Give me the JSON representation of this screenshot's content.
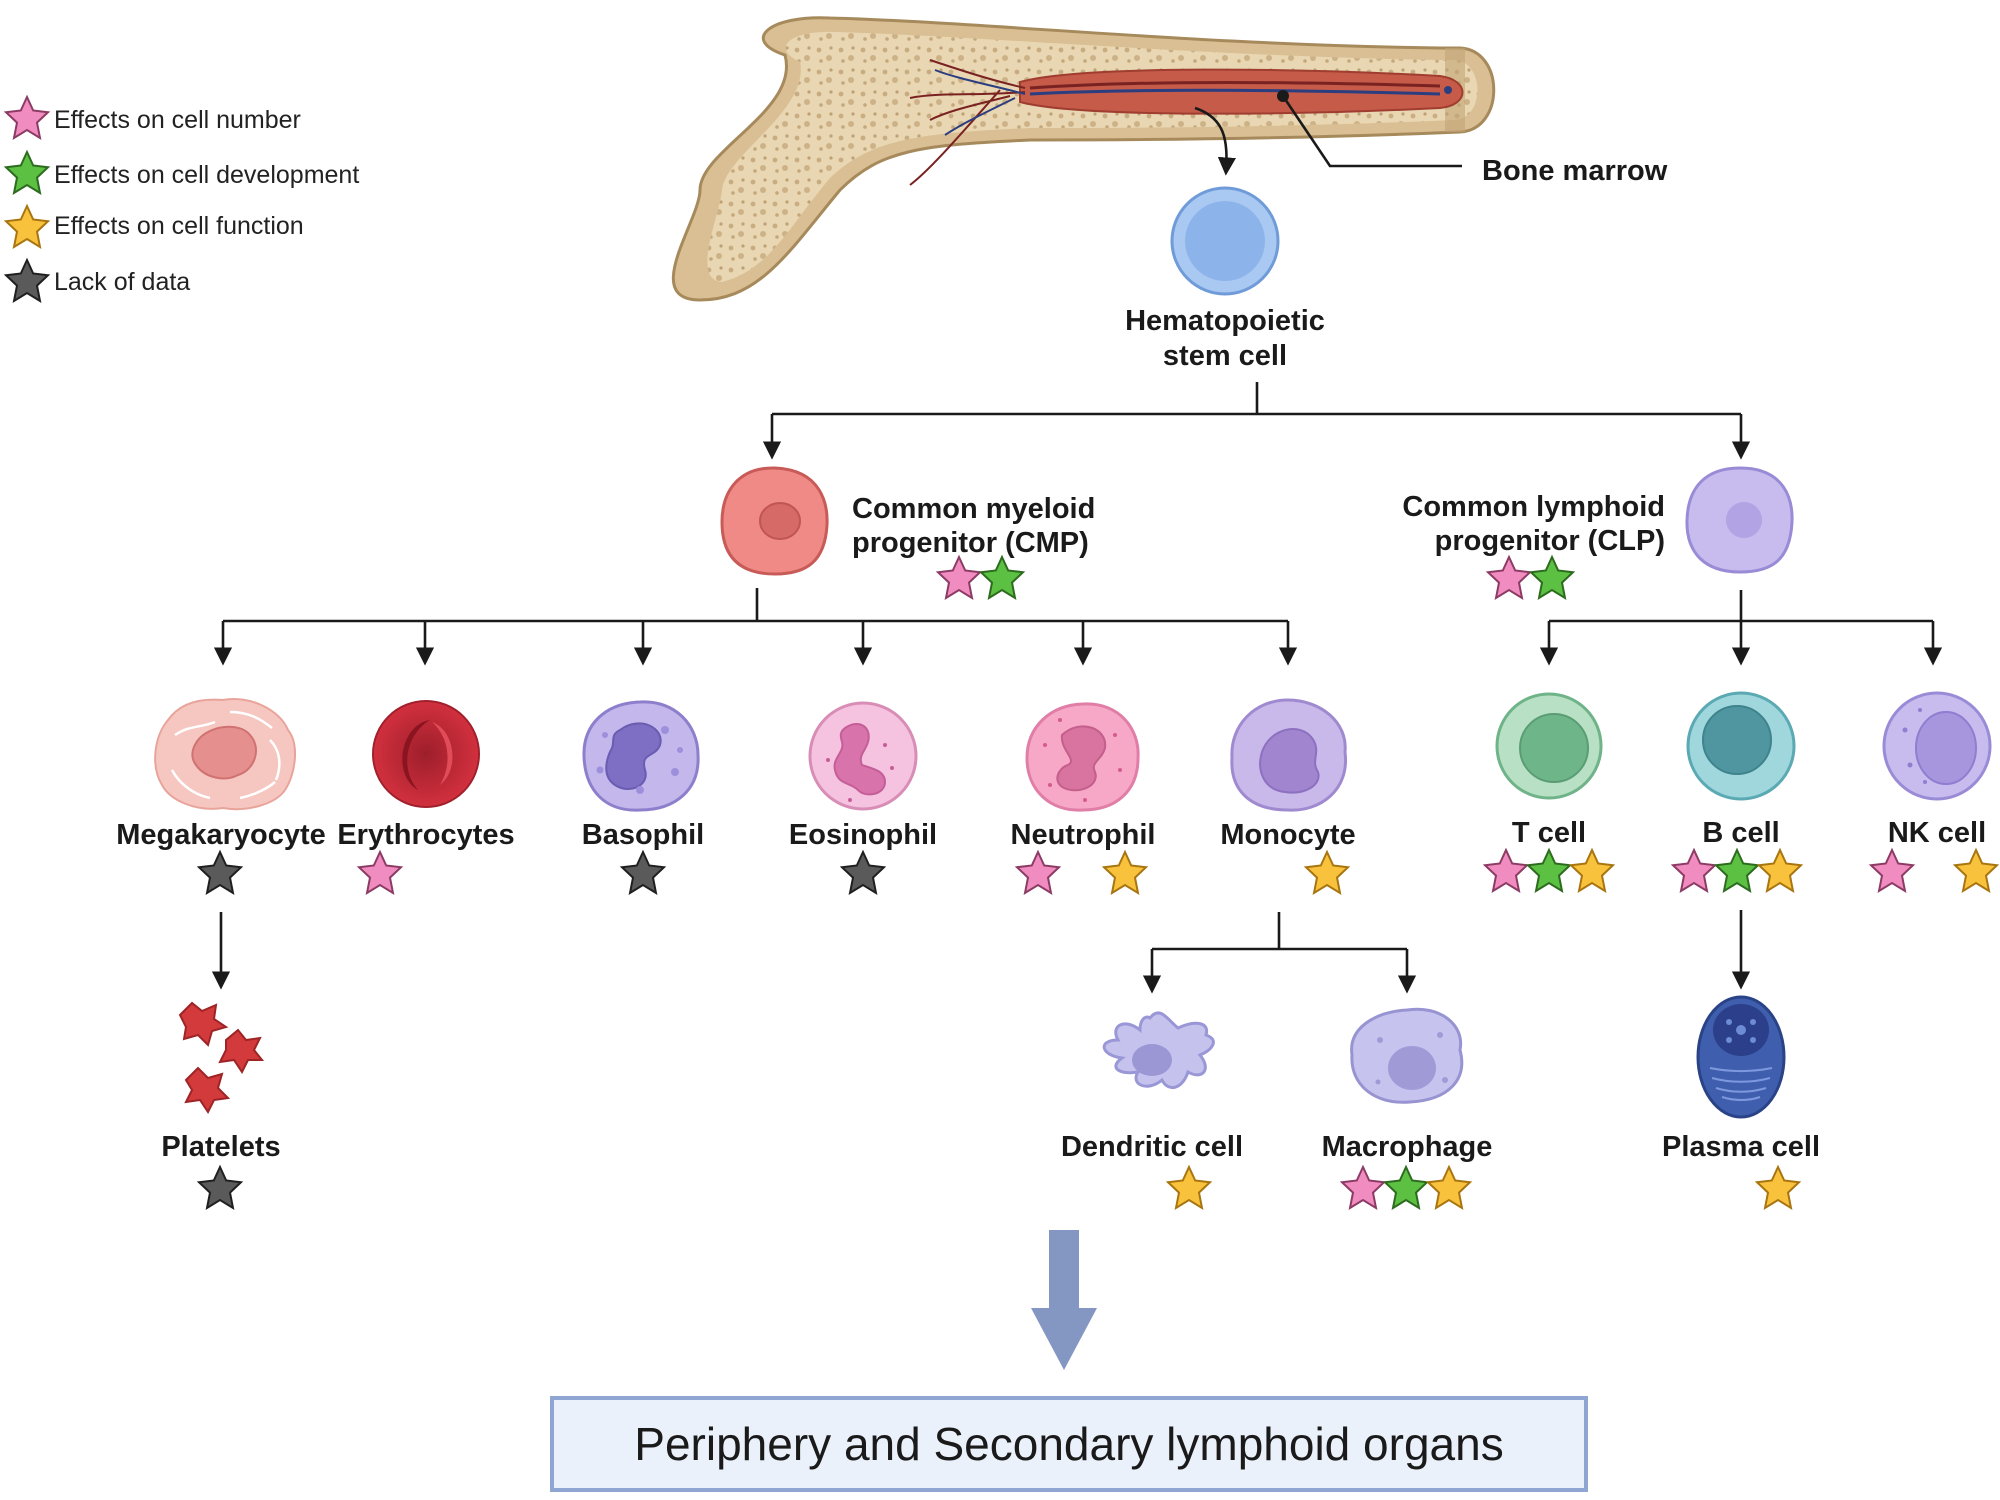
{
  "legend": [
    {
      "label": "Effects on cell number",
      "color": "#f08cc0"
    },
    {
      "label": "Effects on cell development",
      "color": "#5cc043"
    },
    {
      "label": "Effects on cell function",
      "color": "#f9c23c"
    },
    {
      "label": "Lack of data",
      "color": "#5a5a5a"
    }
  ],
  "bone_marrow_label": "Bone marrow",
  "hsc": {
    "line1": "Hematopoietic",
    "line2": "stem cell"
  },
  "cmp": {
    "line1": "Common myeloid",
    "line2": "progenitor (CMP)",
    "stars": [
      "number",
      "development"
    ]
  },
  "clp": {
    "line1": "Common lymphoid",
    "line2": "progenitor (CLP)",
    "stars": [
      "number",
      "development"
    ]
  },
  "cells": {
    "megakaryocyte": {
      "label": "Megakaryocyte",
      "stars": [
        "lack"
      ]
    },
    "erythrocytes": {
      "label": "Erythrocytes",
      "stars": [
        "number"
      ]
    },
    "basophil": {
      "label": "Basophil",
      "stars": [
        "lack"
      ]
    },
    "eosinophil": {
      "label": "Eosinophil",
      "stars": [
        "lack"
      ]
    },
    "neutrophil": {
      "label": "Neutrophil",
      "stars": [
        "number",
        "function"
      ]
    },
    "monocyte": {
      "label": "Monocyte",
      "stars": [
        "function"
      ]
    },
    "t_cell": {
      "label": "T cell",
      "stars": [
        "number",
        "development",
        "function"
      ]
    },
    "b_cell": {
      "label": "B cell",
      "stars": [
        "number",
        "development",
        "function"
      ]
    },
    "nk_cell": {
      "label": "NK cell",
      "stars": [
        "number",
        "function"
      ]
    },
    "platelets": {
      "label": "Platelets",
      "stars": [
        "lack"
      ]
    },
    "dendritic": {
      "label": "Dendritic cell",
      "stars": [
        "function"
      ]
    },
    "macrophage": {
      "label": "Macrophage",
      "stars": [
        "number",
        "development",
        "function"
      ]
    },
    "plasma": {
      "label": "Plasma cell",
      "stars": [
        "function"
      ]
    }
  },
  "destination": "Periphery and Secondary lymphoid organs",
  "icons": [
    "bone-icon",
    "hematopoietic-stem-cell-icon",
    "cmp-cell-icon",
    "clp-cell-icon",
    "megakaryocyte-icon",
    "erythrocyte-icon",
    "basophil-icon",
    "eosinophil-icon",
    "neutrophil-icon",
    "monocyte-icon",
    "t-cell-icon",
    "b-cell-icon",
    "nk-cell-icon",
    "platelets-icon",
    "dendritic-cell-icon",
    "macrophage-icon",
    "plasma-cell-icon",
    "star-icon"
  ]
}
